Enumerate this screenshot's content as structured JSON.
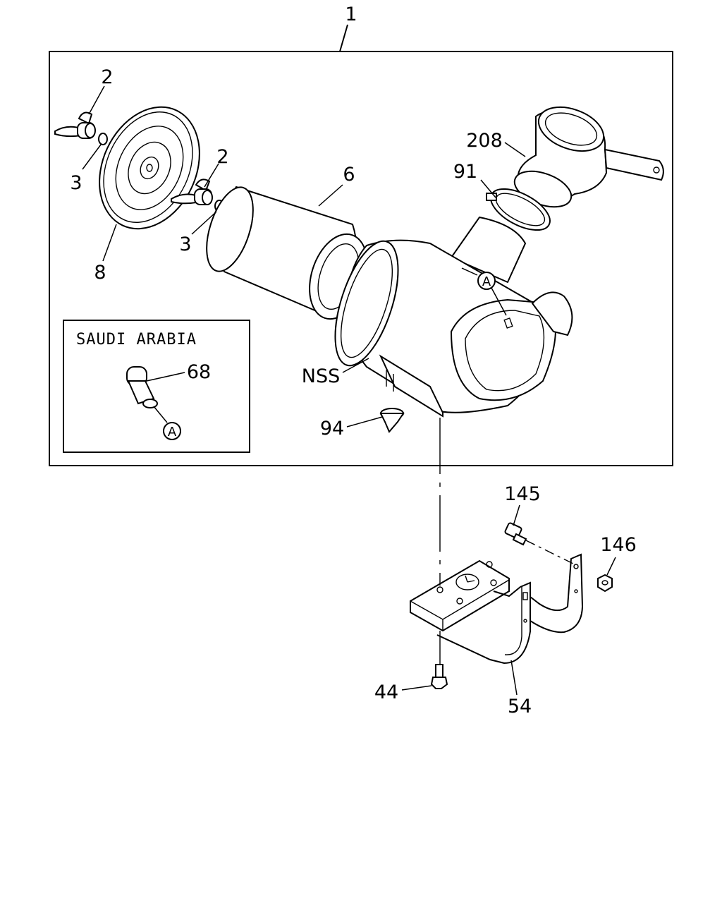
{
  "diagram": {
    "callouts": {
      "assembly": "1",
      "wing_nut_1": "2",
      "washer_1": "3",
      "wing_nut_2": "2",
      "washer_2": "3",
      "element": "6",
      "cover": "8",
      "hose": "208",
      "clamp": "91",
      "nss": "NSS",
      "valve": "94",
      "indicator": "68",
      "bolt_upper": "145",
      "nut": "146",
      "bolt_lower": "44",
      "bracket": "54"
    },
    "refs": {
      "ref_a_main": "A",
      "ref_a_inset": "A"
    },
    "inset": {
      "title": "SAUDI ARABIA"
    }
  }
}
